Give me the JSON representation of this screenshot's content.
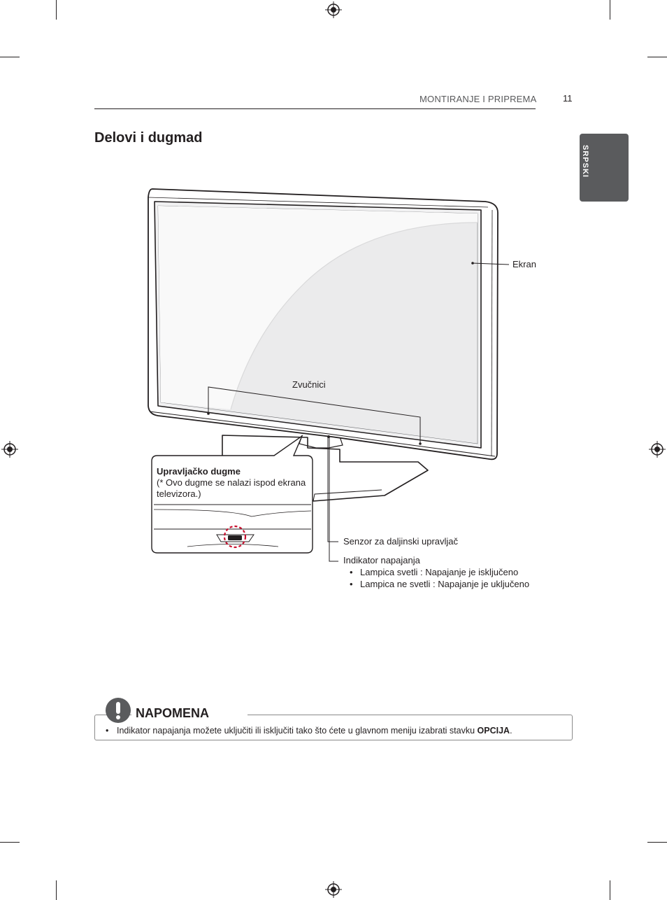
{
  "header": {
    "section_title": "MONTIRANJE I PRIPREMA",
    "page_number": "11"
  },
  "language_tab": "SRPSKI",
  "title": "Delovi i dugmad",
  "diagram": {
    "label_screen": "Ekran",
    "label_speakers": "Zvučnici",
    "callout_title": "Upravljačko dugme",
    "callout_note": "(* Ovo dugme se nalazi ispod ekrana televizora.)",
    "label_remote_sensor": "Senzor za daljinski upravljač",
    "label_power_indicator": "Indikator napajanja",
    "power_indicator_states": [
      "Lampica svetli : Napajanje je isključeno",
      "Lampica ne svetli : Napajanje je uključeno"
    ]
  },
  "note": {
    "heading": "NAPOMENA",
    "text_before": "Indikator napajanja možete uključiti ili isključiti tako što ćete u glavnom meniju izabrati stavku ",
    "text_bold": "OPCIJA",
    "text_after": "."
  },
  "colors": {
    "tab_background": "#5a5b5d",
    "callout_highlight": "#c8102e",
    "text": "#231f20"
  }
}
